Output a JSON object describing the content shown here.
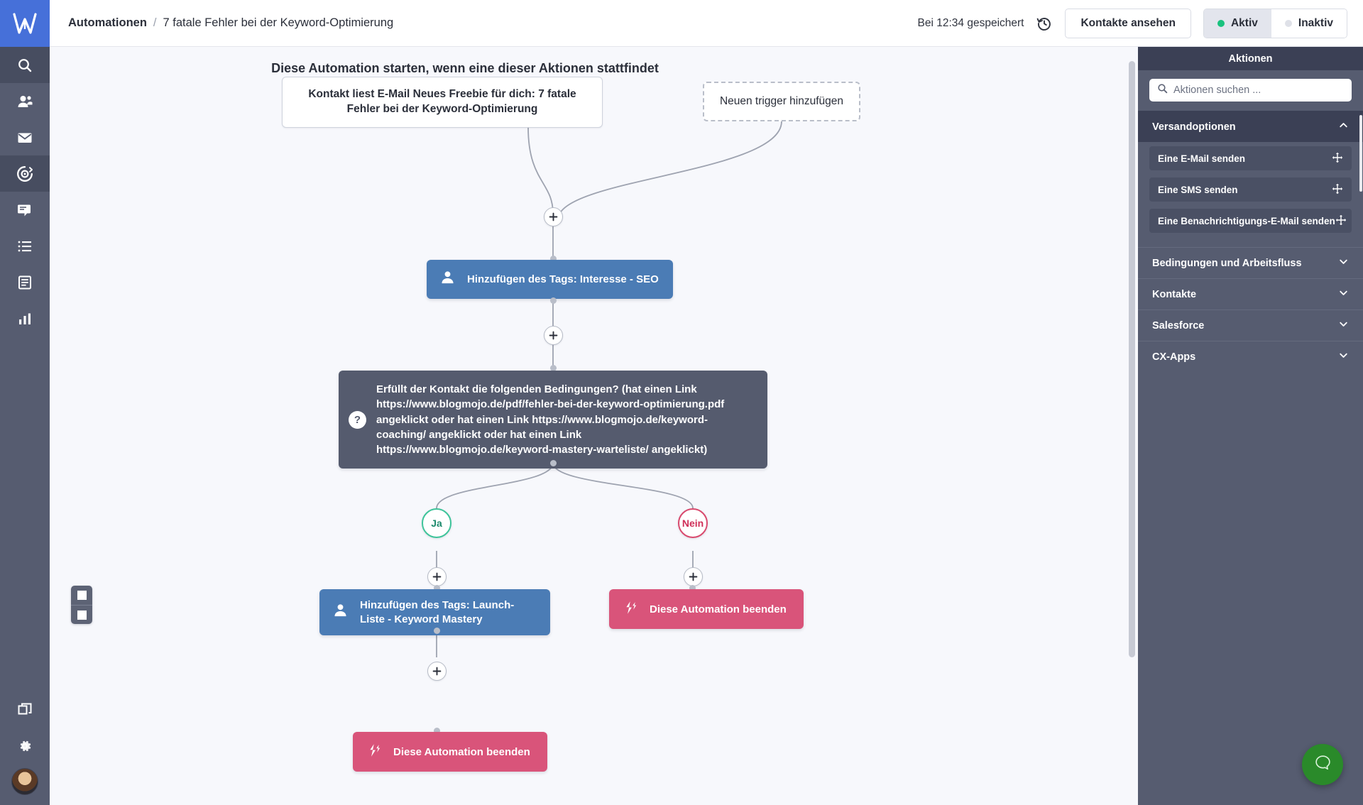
{
  "brand": {
    "logo_glyph": "W"
  },
  "left_rail": {
    "items": [
      {
        "name": "search-icon",
        "label": "Suchen",
        "active": true
      },
      {
        "name": "contacts-icon",
        "label": "Kontakte",
        "active": false
      },
      {
        "name": "mail-icon",
        "label": "E-Mail",
        "active": false
      },
      {
        "name": "automations-icon",
        "label": "Automationen",
        "active": true
      },
      {
        "name": "conversations-icon",
        "label": "Unterhaltungen",
        "active": false
      },
      {
        "name": "lists-icon",
        "label": "Listen",
        "active": false
      },
      {
        "name": "pages-icon",
        "label": "Seiten",
        "active": false
      },
      {
        "name": "reports-icon",
        "label": "Berichte",
        "active": false
      }
    ],
    "bottom": [
      {
        "name": "apps-icon",
        "label": "Apps"
      },
      {
        "name": "settings-gear-icon",
        "label": "Einstellungen"
      }
    ],
    "avatar_label": "Benutzerkonto"
  },
  "topbar": {
    "breadcrumb_root": "Automationen",
    "breadcrumb_separator": "/",
    "breadcrumb_current": "7 fatale Fehler bei der Keyword-Optimierung",
    "saved_text": "Bei 12:34 gespeichert",
    "history_icon": "history-revert-icon",
    "contacts_button": "Kontakte ansehen",
    "status": {
      "active_label": "Aktiv",
      "inactive_label": "Inaktiv",
      "selected": "Aktiv",
      "active_color": "#19c27e",
      "inactive_color": "#dfe1e8"
    }
  },
  "canvas": {
    "title": "Diese Automation starten, wenn eine dieser Aktionen stattfindet",
    "background_color": "#f7f8fc",
    "triggers": [
      {
        "name": "trigger-email-read",
        "label": "Kontakt liest E-Mail Neues Freebie für dich: 7 fatale Fehler bei der Keyword-Optimierung"
      },
      {
        "name": "trigger-add-new",
        "label": "Neuen trigger hinzufügen"
      }
    ],
    "nodes": [
      {
        "id": "add-tag-seo",
        "type": "action",
        "icon": "contact-person-icon",
        "label": "Hinzufügen des Tags: Interesse - SEO",
        "color": "#4b7cb5"
      },
      {
        "id": "condition",
        "type": "condition",
        "icon": "question-mark-icon",
        "label": "Erfüllt der Kontakt die folgenden Bedingungen? (hat einen Link https://www.blogmojo.de/pdf/fehler-bei-der-keyword-optimierung.pdf angeklickt oder hat einen Link https://www.blogmojo.de/keyword-coaching/ angeklickt oder hat einen Link https://www.blogmojo.de/keyword-mastery-warteliste/ angeklickt)",
        "color": "#555b6e"
      },
      {
        "id": "add-tag-launch-liste",
        "type": "action",
        "icon": "contact-person-icon",
        "label": "Hinzufügen des Tags: Launch-Liste - Keyword Mastery",
        "color": "#4b7cb5"
      },
      {
        "id": "end-automation-yes",
        "type": "end",
        "icon": "end-automation-icon",
        "label": "Diese Automation beenden",
        "color": "#d9547a"
      },
      {
        "id": "end-automation-no",
        "type": "end",
        "icon": "end-automation-icon",
        "label": "Diese Automation beenden",
        "color": "#d9547a"
      }
    ],
    "branches": [
      {
        "id": "branch-yes",
        "label": "Ja",
        "color": "#3ec49a"
      },
      {
        "id": "branch-no",
        "label": "Nein",
        "color": "#d94a6e"
      }
    ],
    "add_step_label": "+",
    "zoom_in_label": "+",
    "zoom_out_label": "−"
  },
  "right_panel": {
    "header": "Aktionen",
    "search_placeholder": "Aktionen suchen ...",
    "search_value": "",
    "search_icon": "search-icon",
    "groups": [
      {
        "title": "Versandoptionen",
        "open": true,
        "chevron": "chevron-up-icon",
        "items": [
          "Eine E-Mail senden",
          "Eine SMS senden",
          "Eine Benachrichtigungs-E-Mail senden"
        ]
      },
      {
        "title": "Bedingungen und Arbeitsfluss",
        "open": false,
        "chevron": "chevron-down-icon",
        "items": []
      },
      {
        "title": "Kontakte",
        "open": false,
        "chevron": "chevron-down-icon",
        "items": []
      },
      {
        "title": "Salesforce",
        "open": false,
        "chevron": "chevron-down-icon",
        "items": []
      },
      {
        "title": "CX-Apps",
        "open": false,
        "chevron": "chevron-down-icon",
        "items": []
      }
    ]
  },
  "help": {
    "icon": "chat-bubble-icon",
    "label": "Hilfe",
    "color": "#2a8a2a"
  }
}
